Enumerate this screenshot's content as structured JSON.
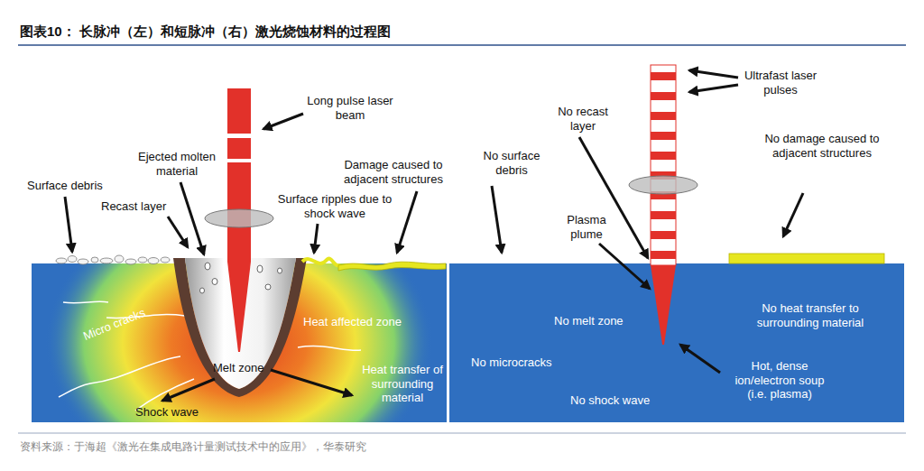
{
  "diagram": {
    "title": "图表10： 长脉冲（左）和短脉冲（右）激光烧蚀材料的过程图",
    "caption": "资料来源：于海超《激光在集成电路计量测试技术中的应用》，华泰研究",
    "labels": [
      "Long pulse laser beam",
      "Ejected molten material",
      "Surface debris",
      "Recast layer",
      "Damage caused to adjacent structures",
      "Surface ripples due to shock wave",
      "Heat affected zone",
      "Micro cracks",
      "Melt zone",
      "Shock wave",
      "Heat transfer of surrounding material",
      "Ultrafast laser pulses",
      "No recast layer",
      "No surface debris",
      "No damage caused to adjacent structures",
      "Plasma plume",
      "No melt zone",
      "No heat transfer to surrounding material",
      "No microcracks",
      "Hot, dense ion/electron soup (i.e. plasma)",
      "No shock wave"
    ]
  }
}
